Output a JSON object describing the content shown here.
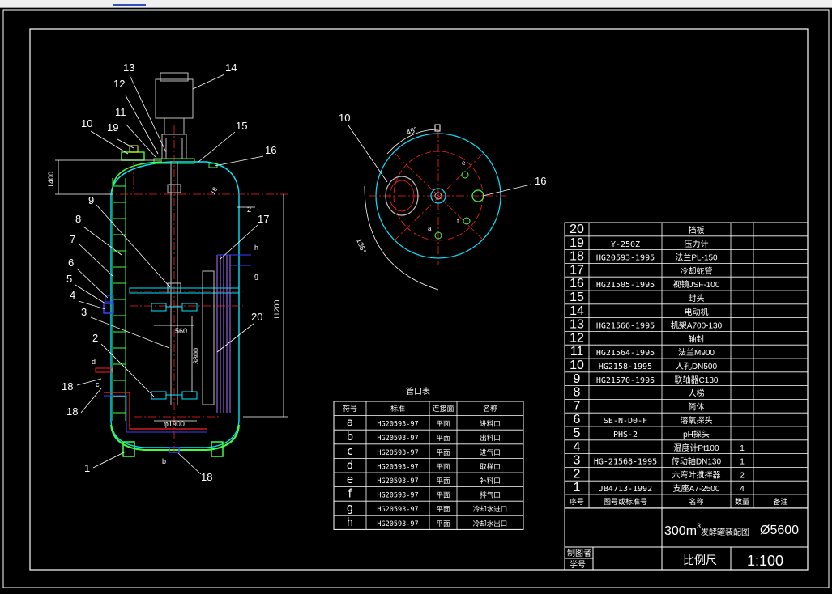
{
  "balloons": [
    {
      "num": "13"
    },
    {
      "num": "14"
    },
    {
      "num": "12"
    },
    {
      "num": "11"
    },
    {
      "num": "15"
    },
    {
      "num": "10"
    },
    {
      "num": "19"
    },
    {
      "num": "16"
    },
    {
      "num": "9"
    },
    {
      "num": "17"
    },
    {
      "num": "8"
    },
    {
      "num": "7"
    },
    {
      "num": "6"
    },
    {
      "num": "5"
    },
    {
      "num": "4"
    },
    {
      "num": "3"
    },
    {
      "num": "20"
    },
    {
      "num": "2"
    },
    {
      "num": "18"
    },
    {
      "num": "18"
    },
    {
      "num": "1"
    },
    {
      "num": "18"
    }
  ],
  "dimensions": {
    "d1400": "1400",
    "d11200": "11200",
    "d3800": "3800",
    "d560": "560",
    "d1900": "φ1900",
    "d2": "2",
    "d18": "18",
    "ang45": "45°",
    "ang135": "135°"
  },
  "nozzle_letters": {
    "h": "h",
    "g": "g",
    "d": "d",
    "c": "c",
    "b": "b",
    "e": "e",
    "a": "a",
    "f": "f"
  },
  "plan_labels": {
    "n10": "10",
    "n16": "16"
  },
  "nozzle_table": {
    "title": "管口表",
    "headers": [
      "符号",
      "标准",
      "连接面",
      "名称"
    ],
    "rows": [
      [
        "a",
        "HG20593-97",
        "平面",
        "进料口"
      ],
      [
        "b",
        "HG20593-97",
        "平面",
        "出料口"
      ],
      [
        "c",
        "HG20593-97",
        "平面",
        "进气口"
      ],
      [
        "d",
        "HG20593-97",
        "平面",
        "取样口"
      ],
      [
        "e",
        "HG20593-97",
        "平面",
        "补料口"
      ],
      [
        "f",
        "HG20593-97",
        "平面",
        "排气口"
      ],
      [
        "g",
        "HG20593-97",
        "平面",
        "冷却水进口"
      ],
      [
        "h",
        "HG20593-97",
        "平面",
        "冷却水出口"
      ]
    ]
  },
  "parts_list": {
    "rows": [
      [
        "20",
        "",
        "挡板",
        "",
        ""
      ],
      [
        "19",
        "Y-250Z",
        "压力计",
        "",
        ""
      ],
      [
        "18",
        "HG20593-1995",
        "法兰PL-150",
        "",
        ""
      ],
      [
        "17",
        "",
        "冷却蛇管",
        "",
        ""
      ],
      [
        "16",
        "HG21505-1995",
        "视镜JSF-100",
        "",
        ""
      ],
      [
        "15",
        "",
        "封头",
        "",
        ""
      ],
      [
        "14",
        "",
        "电动机",
        "",
        ""
      ],
      [
        "13",
        "HG21566-1995",
        "机架A700-130",
        "",
        ""
      ],
      [
        "12",
        "",
        "轴封",
        "",
        ""
      ],
      [
        "11",
        "HG21564-1995",
        "法兰M900",
        "",
        ""
      ],
      [
        "10",
        "HG2158-1995",
        "人孔DN500",
        "",
        ""
      ],
      [
        "9",
        "HG21570-1995",
        "联轴器C130",
        "",
        ""
      ],
      [
        "8",
        "",
        "人梯",
        "",
        ""
      ],
      [
        "7",
        "",
        "筒体",
        "",
        ""
      ],
      [
        "6",
        "SE-N-D0-F",
        "溶氧探头",
        "",
        ""
      ],
      [
        "5",
        "PHS-2",
        "pH探头",
        "",
        ""
      ],
      [
        "4",
        "",
        "温度计Pt100",
        "1",
        ""
      ],
      [
        "3",
        "HG-21568-1995",
        "传动轴DN130",
        "1",
        ""
      ],
      [
        "2",
        "",
        "六弯叶搅拌器",
        "2",
        ""
      ],
      [
        "1",
        "JB4713-1992",
        "支座A7-2500",
        "4",
        ""
      ]
    ],
    "header": [
      "序号",
      "图号或标准号",
      "名称",
      "数量",
      "备注"
    ]
  },
  "title_block": {
    "drawing_title": "300m",
    "superscript": "3",
    "drawing_title_cn": "发酵罐装配图",
    "diameter": "Ø5600",
    "drawn_by": "制图者",
    "student_id": "学号",
    "scale_label": "比例尺",
    "scale_value": "1:100"
  },
  "colors": {
    "frame": "#ffffff",
    "vessel": "#00e5ff",
    "red": "#ff2020",
    "green": "#40ff40",
    "blue": "#4040ff",
    "yellow": "#ffff00",
    "coil": "#b070ff",
    "gray": "#c0c0c0"
  }
}
